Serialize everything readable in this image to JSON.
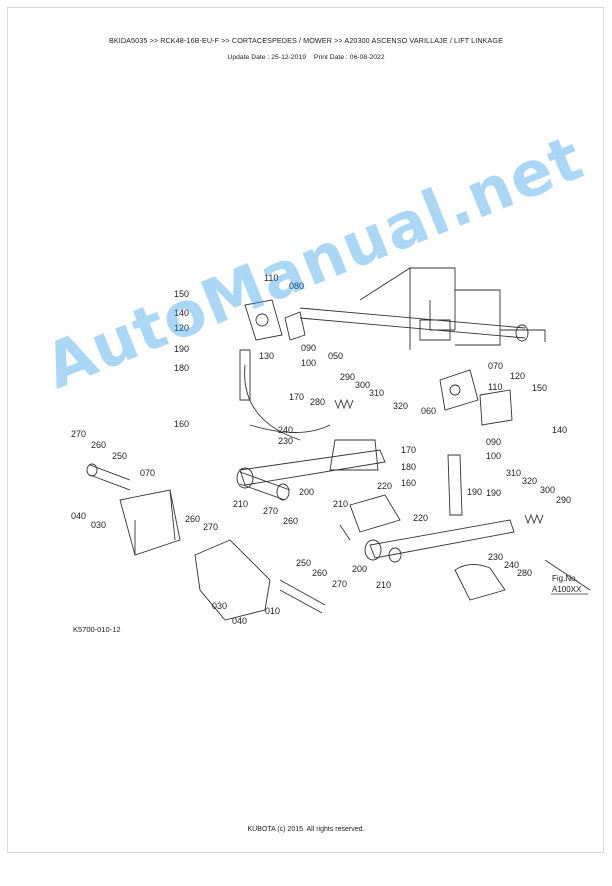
{
  "header": {
    "breadcrumb": "BKIDA5035 >> RCK48-16B-EU-F >> CORTACESPEDES / MOWER >> A20300   ASCENSO VARILLAJE / LIFT LINKAGE",
    "update_date": "Update Date : 25-12-2019",
    "print_date": "Print Date : 06-08-2022"
  },
  "diagram": {
    "labels": [
      "110",
      "150",
      "080",
      "140",
      "120",
      "130",
      "090",
      "100",
      "050",
      "190",
      "180",
      "170",
      "160",
      "290",
      "300",
      "310",
      "320",
      "280",
      "240",
      "230",
      "060",
      "070",
      "120",
      "110",
      "150",
      "140",
      "090",
      "100",
      "270",
      "260",
      "250",
      "070",
      "040",
      "030",
      "260",
      "270",
      "210",
      "200",
      "220",
      "170",
      "180",
      "190",
      "160",
      "270",
      "260",
      "210",
      "220",
      "190",
      "310",
      "320",
      "300",
      "290",
      "200",
      "230",
      "240",
      "250",
      "260",
      "270",
      "210",
      "030",
      "040",
      "010",
      "280"
    ],
    "fig_no_label": "Fig.No.",
    "fig_no_value": "A100XX",
    "drawing_code": "K5700-010-12"
  },
  "watermark": "AutoManual.net",
  "footer": "KUBOTA (c) 2015. All rights reserved."
}
